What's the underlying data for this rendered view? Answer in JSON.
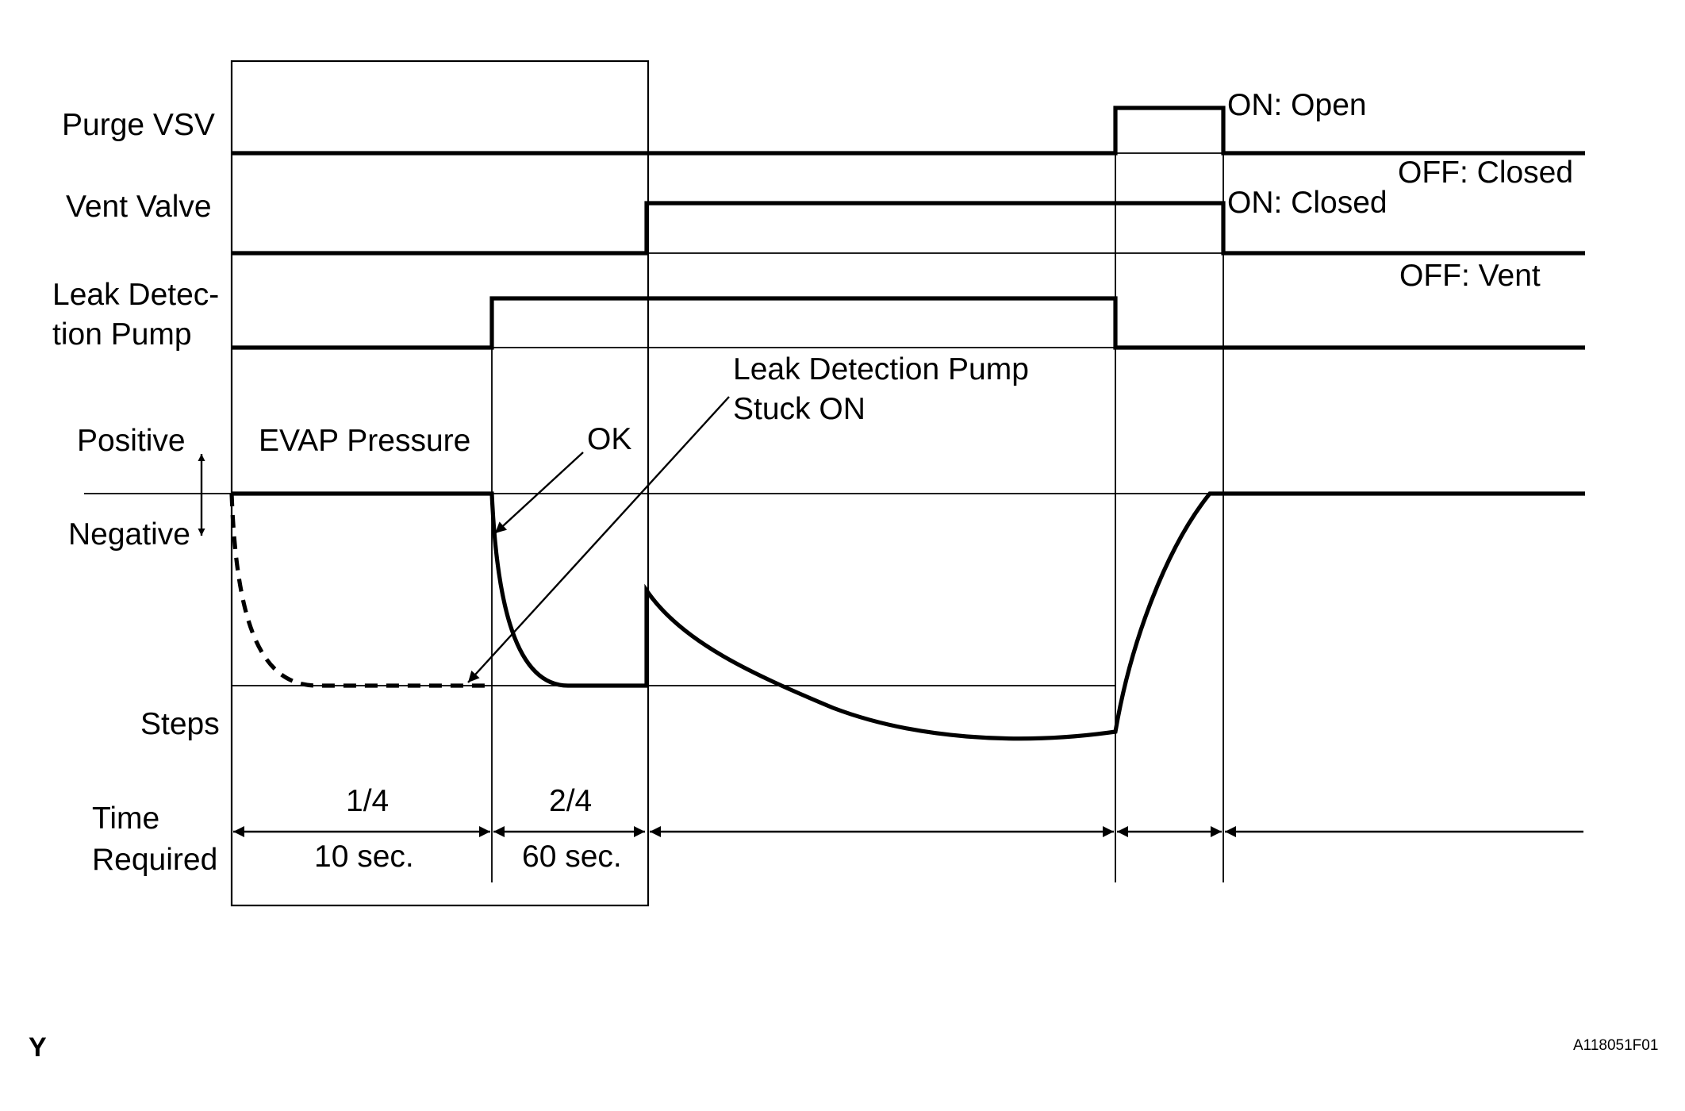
{
  "signals": {
    "purge_vsv": "Purge VSV",
    "vent_valve": "Vent Valve",
    "pump_line1": "Leak Detec-",
    "pump_line2": "tion Pump"
  },
  "states": {
    "purge_on": "ON: Open",
    "purge_off": "OFF: Closed",
    "vent_on": "ON: Closed",
    "vent_off": "OFF: Vent"
  },
  "pressure": {
    "positive": "Positive",
    "negative": "Negative",
    "title": "EVAP Pressure",
    "ok": "OK",
    "stuck_line1": "Leak Detection Pump",
    "stuck_line2": "Stuck ON"
  },
  "steps": {
    "label": "Steps",
    "step1": "1/4",
    "step2": "2/4"
  },
  "time": {
    "label_line1": "Time",
    "label_line2": "Required",
    "t1": "10 sec.",
    "t2": "60 sec."
  },
  "footer": {
    "corner": "Y",
    "code": "A118051F01"
  }
}
